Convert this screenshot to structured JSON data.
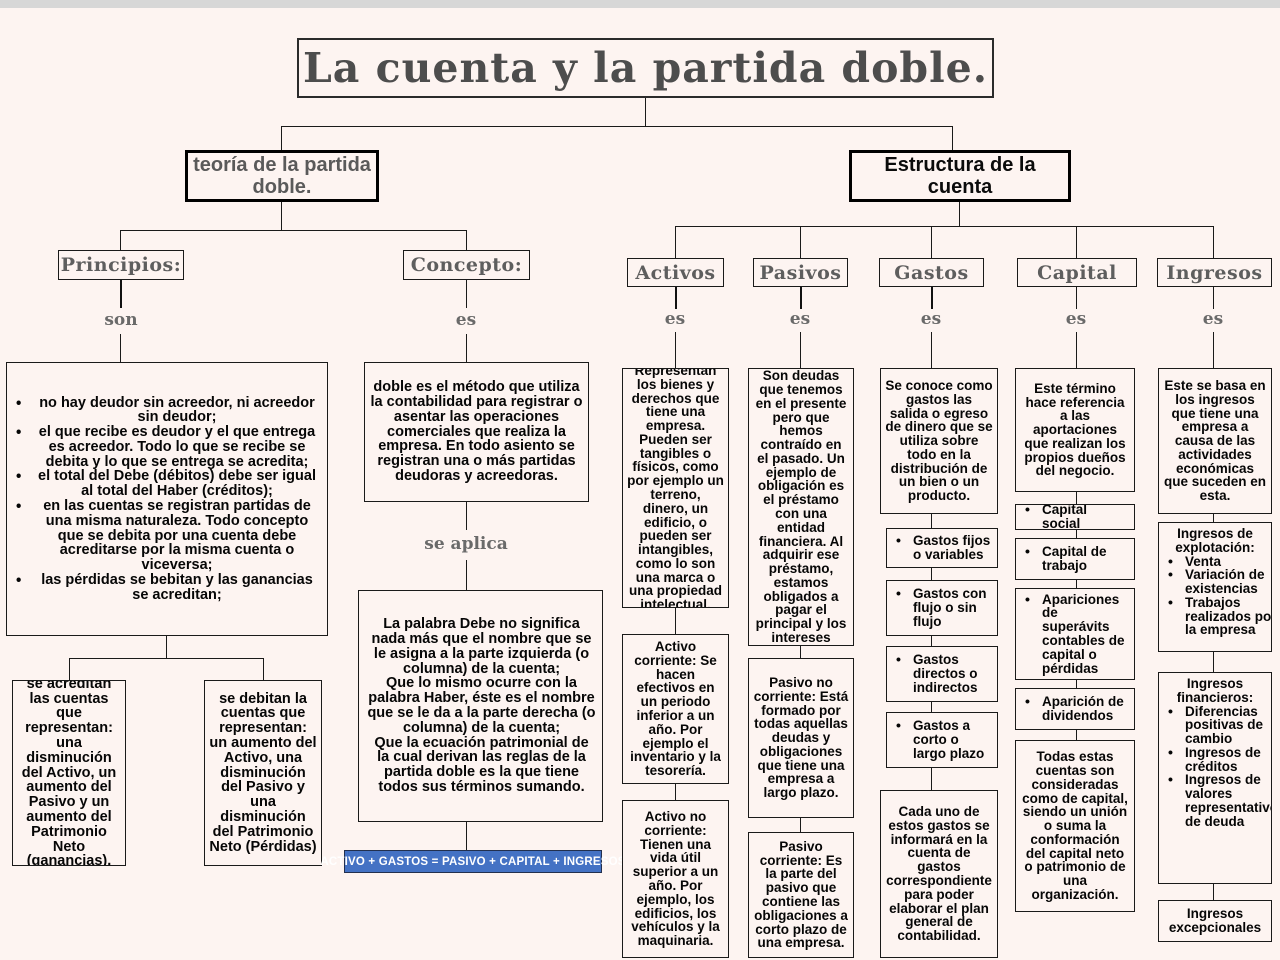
{
  "page": {
    "title": "La cuenta y  la partida doble.",
    "background_color": "#fdf4f1",
    "topbar_color": "#d7d7d7"
  },
  "branches": {
    "left": {
      "label": "teoría de la partida doble.",
      "children": [
        {
          "label": "Principios:",
          "link_label": "son",
          "detail_bullets": [
            "no hay deudor sin acreedor, ni acreedor sin deudor;",
            "el que recibe es deudor y el que entrega es acreedor. Todo lo que se recibe se debita y lo que se entrega se acredita;",
            "el total del Debe (débitos) debe ser igual al total del Haber (créditos);",
            "en las cuentas se registran partidas de una misma naturaleza. Todo concepto que se debita por una cuenta debe acreditarse por la misma cuenta o viceversa;",
            "las pérdidas se bebitan y las ganancias se acreditan;"
          ],
          "leaf_left": "se acreditan las cuentas que representan: una disminución del Activo, un aumento del Pasivo y un aumento del Patrimonio Neto (ganancias).",
          "leaf_right": "se debitan la cuentas que representan: un aumento del Activo, una disminución del Pasivo y una disminución del Patrimonio Neto (Pérdidas)"
        },
        {
          "label": "Concepto:",
          "link_label": "es",
          "definition": "doble es el método que utiliza la contabilidad para registrar o asentar las operaciones comerciales que realiza la empresa. En todo asiento se registran una o más partidas deudoras y acreedoras.",
          "link_label2": "se aplica",
          "rules": [
            "La palabra Debe no significa nada más que el nombre que se le asigna a la parte izquierda (o columna) de la cuenta;",
            "Que lo mismo ocurre con la palabra Haber, éste es el nombre que se le da a la parte derecha (o columna) de la cuenta;",
            "Que la ecuación patrimonial de la cual derivan las reglas de la partida doble es la que tiene todos sus términos sumando."
          ],
          "equation": "ACTIVO + GASTOS = PASIVO + CAPITAL + INGRESOS",
          "equation_bg": "#4472c4",
          "equation_color": "#ffffff"
        }
      ]
    },
    "right": {
      "label": "Estructura de la cuenta",
      "columns": [
        {
          "header": "Activos",
          "link_label": "es",
          "definition": "Representan los bienes y derechos que tiene una empresa. Pueden ser tangibles o físicos, como por ejemplo un terreno, dinero, un edificio, o pueden ser intangibles, como lo son una marca o una propiedad intelectual.",
          "items": [
            "Activo corriente: Se hacen efectivos en un periodo inferior a un año. Por ejemplo el inventario y la tesorería.",
            "Activo no corriente: Tienen una vida útil superior a un año. Por ejemplo, los edificios, los vehículos y la maquinaria."
          ]
        },
        {
          "header": "Pasivos",
          "link_label": "es",
          "definition": "Son deudas que tenemos en el presente pero que hemos contraído en el pasado. Un ejemplo de obligación es el préstamo con una entidad financiera. Al adquirir ese préstamo, estamos obligados a pagar el principal y los intereses",
          "items": [
            "Pasivo no corriente: Está formado por todas aquellas deudas y obligaciones que tiene una empresa a largo plazo.",
            "Pasivo corriente: Es la parte del pasivo que contiene las obligaciones a corto plazo de una empresa."
          ]
        },
        {
          "header": "Gastos",
          "link_label": "es",
          "definition": "Se conoce como gastos las salida o egreso de dinero que se utiliza sobre todo en la distribución de un bien o un producto.",
          "bullets": [
            "Gastos fijos o variables",
            "Gastos con flujo o sin flujo",
            "Gastos directos o indirectos",
            "Gastos a corto o largo plazo"
          ],
          "closing": "Cada uno de estos gastos se informará en la cuenta de gastos correspondiente para poder elaborar el plan general de contabilidad."
        },
        {
          "header": "Capital",
          "link_label": "es",
          "definition": "Este término hace referencia a las aportaciones que realizan los propios dueños del negocio.",
          "bullets": [
            "Capital social",
            "Capital de trabajo",
            "Apariciones de superávits contables de capital o pérdidas",
            "Aparición de dividendos"
          ],
          "closing": "Todas estas cuentas son consideradas como de capital, siendo un unión o suma la conformación del capital neto o patrimonio de una organización."
        },
        {
          "header": "Ingresos",
          "link_label": "es",
          "definition": "Este se basa en los ingresos que tiene una empresa a causa de las actividades económicas que suceden en esta.",
          "group1_title": "Ingresos de explotación:",
          "group1_bullets": [
            "Venta",
            "Variación de existencias",
            "Trabajos realizados por la empresa"
          ],
          "group2_title": "Ingresos financieros:",
          "group2_bullets": [
            "Diferencias positivas de cambio",
            "Ingresos de créditos",
            "Ingresos de valores representativos de deuda"
          ],
          "group3": "Ingresos excepcionales"
        }
      ]
    }
  }
}
